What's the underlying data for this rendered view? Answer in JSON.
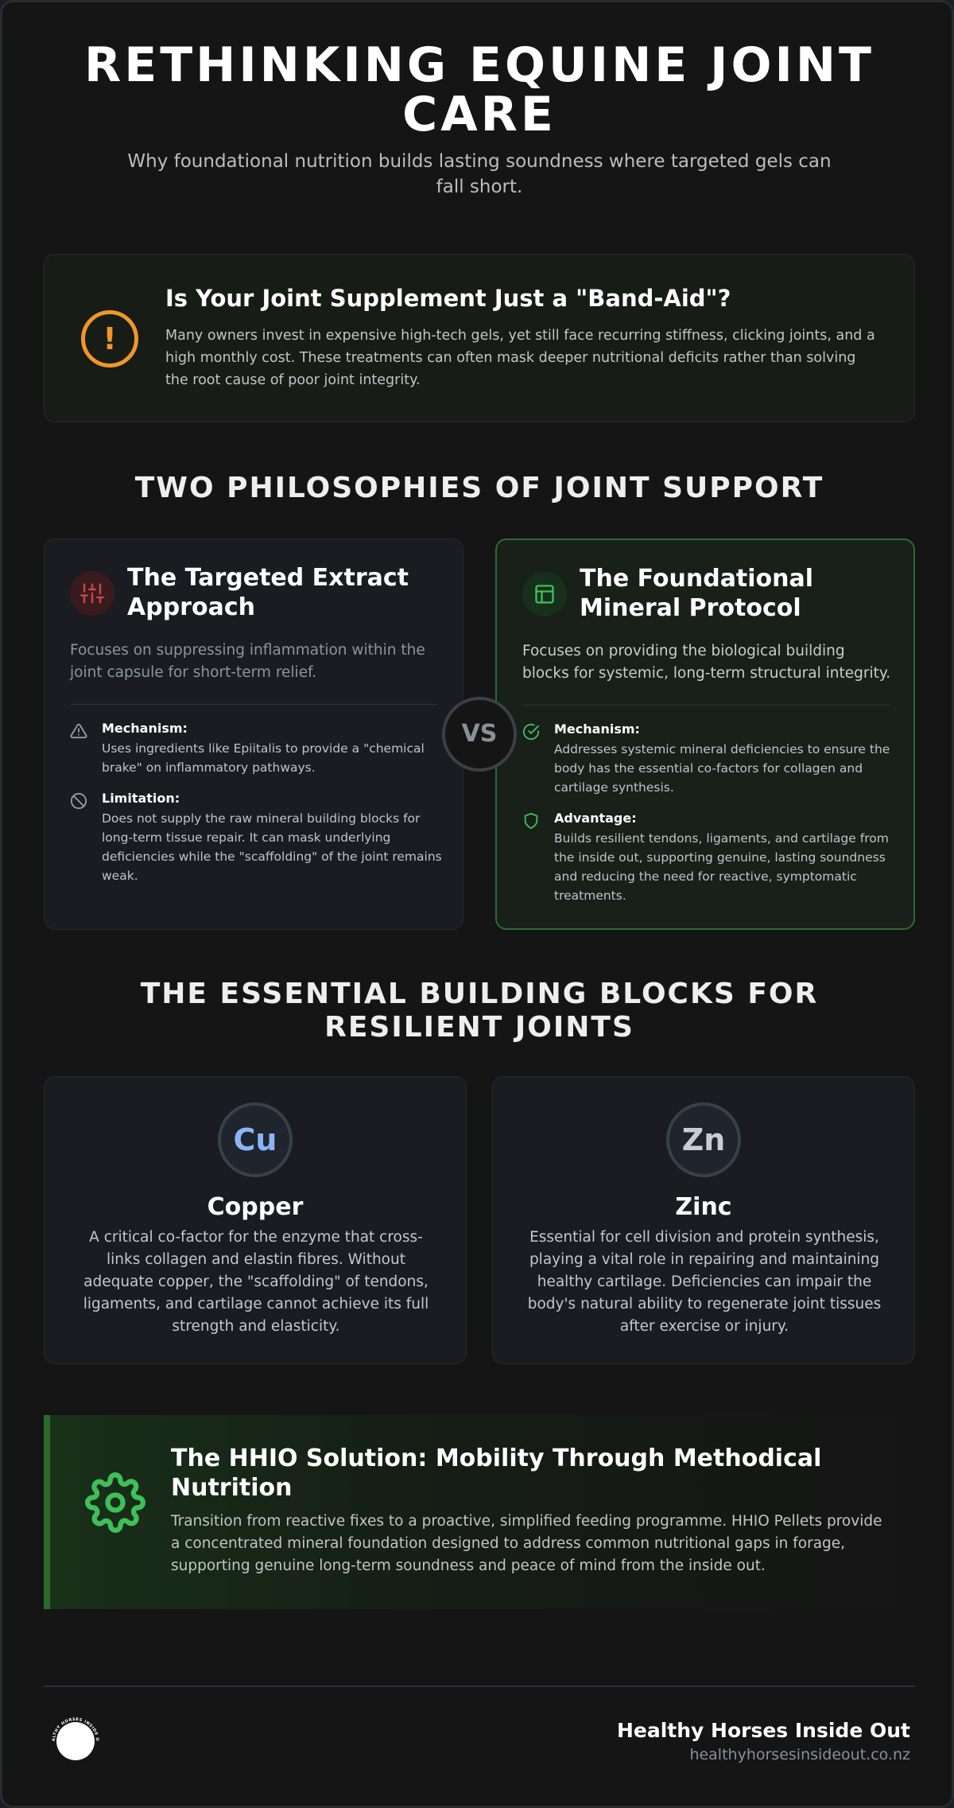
{
  "header": {
    "title": "RETHINKING EQUINE JOINT CARE",
    "subtitle": "Why foundational nutrition builds lasting soundness where targeted gels can fall short."
  },
  "alert": {
    "icon": "exclamation-icon",
    "icon_glyph": "!",
    "heading": "Is Your Joint Supplement Just a \"Band-Aid\"?",
    "body": "Many owners invest in expensive high-tech gels, yet still face recurring stiffness, clicking joints, and a high monthly cost. These treatments can often mask deeper nutritional deficits rather than solving the root cause of poor joint integrity.",
    "accent": "#f0962a"
  },
  "philosophies": {
    "section_title": "TWO PHILOSOPHIES OF JOINT SUPPORT",
    "vs_label": "VS",
    "targeted": {
      "icon": "sliders-icon",
      "title": "The Targeted Extract Approach",
      "description": "Focuses on suppressing inflammation within the joint capsule for short-term relief.",
      "points": [
        {
          "icon": "warning-icon",
          "label": "Mechanism:",
          "text": "Uses ingredients like Epiitalis to provide a \"chemical brake\" on inflammatory pathways."
        },
        {
          "icon": "ban-icon",
          "label": "Limitation:",
          "text": "Does not supply the raw mineral building blocks for long-term tissue repair. It can mask underlying deficiencies while the \"scaffolding\" of the joint remains weak."
        }
      ],
      "accent": "#c9454d"
    },
    "foundational": {
      "icon": "layout-icon",
      "title": "The Foundational Mineral Protocol",
      "description": "Focuses on providing the biological building blocks for systemic, long-term structural integrity.",
      "points": [
        {
          "icon": "check-circle-icon",
          "label": "Mechanism:",
          "text": "Addresses systemic mineral deficiencies to ensure the body has the essential co-factors for collagen and cartilage synthesis."
        },
        {
          "icon": "shield-icon",
          "label": "Advantage:",
          "text": "Builds resilient tendons, ligaments, and cartilage from the inside out, supporting genuine, lasting soundness and reducing the need for reactive, symptomatic treatments."
        }
      ],
      "accent": "#3fbf5a"
    }
  },
  "building_blocks": {
    "section_title": "THE ESSENTIAL BUILDING BLOCKS FOR RESILIENT JOINTS",
    "minerals": [
      {
        "symbol": "Cu",
        "name": "Copper",
        "text": "A critical co-factor for the enzyme that cross-links collagen and elastin fibres. Without adequate copper, the \"scaffolding\" of tendons, ligaments, and cartilage cannot achieve its full strength and elasticity.",
        "color": "#8ab4f8"
      },
      {
        "symbol": "Zn",
        "name": "Zinc",
        "text": "Essential for cell division and protein synthesis, playing a vital role in repairing and maintaining healthy cartilage. Deficiencies can impair the body's natural ability to regenerate joint tissues after exercise or injury.",
        "color": "#c9ccd2"
      }
    ]
  },
  "solution": {
    "icon": "gear-icon",
    "title": "The HHIO Solution: Mobility Through Methodical Nutrition",
    "text": "Transition from reactive fixes to a proactive, simplified feeding programme. HHIO Pellets provide a concentrated mineral foundation designed to address common nutritional gaps in forage, supporting genuine long-term soundness and peace of mind from the inside out.",
    "accent": "#3fbf5a"
  },
  "footer": {
    "logo_text": "HEALTHY HORSES INSIDE OUT",
    "brand": "Healthy Horses Inside Out",
    "website": "healthyhorsesinsideout.co.nz"
  }
}
